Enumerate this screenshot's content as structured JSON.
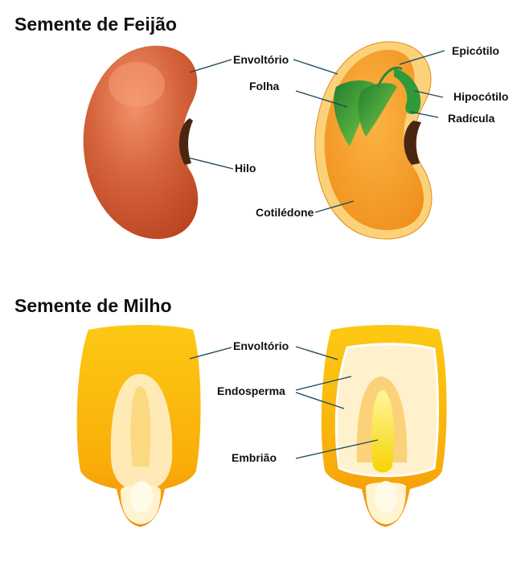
{
  "bean": {
    "title": "Semente de Feijão",
    "labels": {
      "envoltorio": "Envoltório",
      "folha": "Folha",
      "hilo": "Hilo",
      "cotiledone": "Cotilédone",
      "epicotilo": "Epicótilo",
      "hipocotilo": "Hipocótilo",
      "radicula": "Radícula"
    }
  },
  "corn": {
    "title": "Semente de Milho",
    "labels": {
      "envoltorio": "Envoltório",
      "endosperma": "Endosperma",
      "embriao": "Embrião"
    }
  },
  "colors": {
    "bean_coat": "#c9502a",
    "cotyledon": "#f5a12a",
    "leaf": "#3aa040",
    "corn": "#f8b90c",
    "hilum": "#4a2612"
  }
}
